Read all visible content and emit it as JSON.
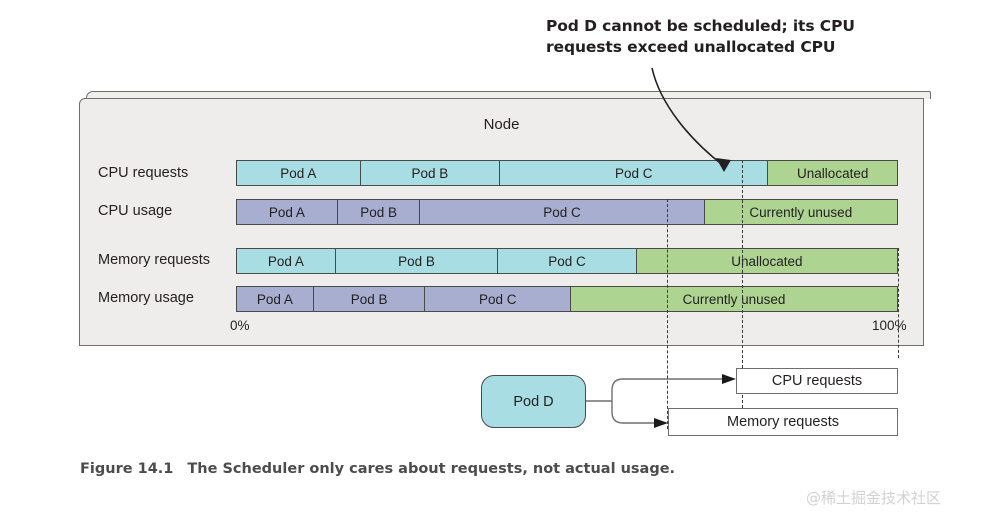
{
  "callout": {
    "line1": "Pod D cannot be scheduled; its CPU",
    "line2": "requests exceed unallocated CPU"
  },
  "node": {
    "title": "Node",
    "scale": {
      "min_label": "0%",
      "max_label": "100%"
    }
  },
  "rows": [
    {
      "label": "CPU requests",
      "segments": [
        {
          "text": "Pod A",
          "color": "teal"
        },
        {
          "text": "Pod B",
          "color": "teal"
        },
        {
          "text": "Pod C",
          "color": "teal"
        },
        {
          "text": "Unallocated",
          "color": "green"
        }
      ]
    },
    {
      "label": "CPU usage",
      "segments": [
        {
          "text": "Pod A",
          "color": "blue"
        },
        {
          "text": "Pod B",
          "color": "blue"
        },
        {
          "text": "Pod C",
          "color": "blue"
        },
        {
          "text": "Currently unused",
          "color": "green"
        }
      ]
    },
    {
      "label": "Memory requests",
      "segments": [
        {
          "text": "Pod A",
          "color": "teal"
        },
        {
          "text": "Pod B",
          "color": "teal"
        },
        {
          "text": "Pod C",
          "color": "teal"
        },
        {
          "text": "Unallocated",
          "color": "green"
        }
      ]
    },
    {
      "label": "Memory usage",
      "segments": [
        {
          "text": "Pod A",
          "color": "blue"
        },
        {
          "text": "Pod B",
          "color": "blue"
        },
        {
          "text": "Pod C",
          "color": "blue"
        },
        {
          "text": "Currently unused",
          "color": "green"
        }
      ]
    }
  ],
  "pod_d": {
    "label": "Pod D",
    "requests": [
      {
        "label": "CPU requests"
      },
      {
        "label": "Memory requests"
      }
    ]
  },
  "caption": {
    "figure_number": "Figure 14.1",
    "text": "The Scheduler only cares about requests, not actual usage."
  },
  "watermark": {
    "text": "@稀土掘金技术社区"
  },
  "chart_data": {
    "type": "bar",
    "title": "Node resource allocation vs. usage",
    "orientation": "horizontal-stacked",
    "axis": {
      "xlabel": "",
      "ylabel": "",
      "xlim": [
        0,
        100
      ],
      "ticks": [
        "0%",
        "100%"
      ],
      "grid": false
    },
    "categories": [
      "CPU requests",
      "CPU usage",
      "Memory requests",
      "Memory usage"
    ],
    "series": [
      {
        "name": "Pod A",
        "values": [
          18.7,
          15.2,
          15.0,
          11.6
        ]
      },
      {
        "name": "Pod B",
        "values": [
          21.1,
          12.5,
          24.6,
          16.9
        ]
      },
      {
        "name": "Pod C",
        "values": [
          40.6,
          43.0,
          21.0,
          22.1
        ]
      },
      {
        "name": "Unallocated / Currently unused",
        "values": [
          19.6,
          29.3,
          39.4,
          49.4
        ]
      }
    ],
    "legend": {
      "position": "none"
    },
    "annotations": [
      {
        "text": "Pod D cannot be scheduled; its CPU requests exceed unallocated CPU",
        "target": "CPU requests",
        "x": 73.5
      },
      {
        "text": "Pod D CPU requests boundary",
        "type": "dashed-vline",
        "x": 76.5
      },
      {
        "text": "Pod D memory requests boundary",
        "type": "dashed-vline",
        "x": 89.1
      }
    ]
  }
}
